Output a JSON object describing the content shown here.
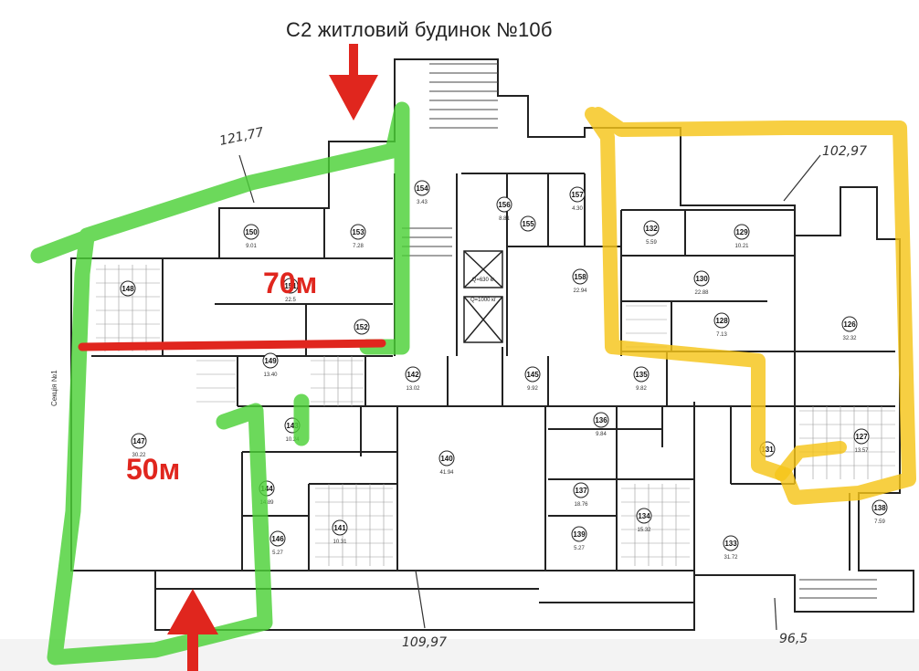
{
  "header": {
    "title": "С2 житловий  будинок №10б"
  },
  "measurements": {
    "dim_70": "70м",
    "dim_50": "50м",
    "hand_121_77": "121,77",
    "hand_102_97": "102,97",
    "hand_109_97": "109,97",
    "hand_96_5": "96,5"
  },
  "side_label": "Секція №1",
  "rooms": [
    {
      "num": "150",
      "area": "9.01"
    },
    {
      "num": "153",
      "area": "7.28"
    },
    {
      "num": "154",
      "area": "3.43"
    },
    {
      "num": "156",
      "area": "8.81"
    },
    {
      "num": "157",
      "area": "4.30"
    },
    {
      "num": "155",
      "area": ""
    },
    {
      "num": "158",
      "area": "22.94"
    },
    {
      "num": "132",
      "area": "5.59"
    },
    {
      "num": "129",
      "area": "10.21"
    },
    {
      "num": "130",
      "area": "22.88"
    },
    {
      "num": "128",
      "area": "7.13"
    },
    {
      "num": "126",
      "area": "32.32"
    },
    {
      "num": "148",
      "area": ""
    },
    {
      "num": "151",
      "area": "22.5"
    },
    {
      "num": "152",
      "area": ""
    },
    {
      "num": "149",
      "area": "13.40"
    },
    {
      "num": "142",
      "area": "13.02"
    },
    {
      "num": "145",
      "area": "9.92"
    },
    {
      "num": "135",
      "area": "9.82"
    },
    {
      "num": "136",
      "area": "9.84"
    },
    {
      "num": "131",
      "area": ""
    },
    {
      "num": "127",
      "area": "13.57"
    },
    {
      "num": "147",
      "area": "30.22"
    },
    {
      "num": "143",
      "area": "10.24"
    },
    {
      "num": "144",
      "area": "14.89"
    },
    {
      "num": "146",
      "area": "5.27"
    },
    {
      "num": "141",
      "area": "10.31"
    },
    {
      "num": "140",
      "area": "41.94"
    },
    {
      "num": "137",
      "area": "18.76"
    },
    {
      "num": "139",
      "area": "5.27"
    },
    {
      "num": "134",
      "area": "15.32"
    },
    {
      "num": "133",
      "area": "31.72"
    },
    {
      "num": "138",
      "area": "7.59"
    }
  ],
  "lift_labels": {
    "lift_1": "Q=630 кг",
    "lift_2": "Q=1000 кг"
  },
  "colors": {
    "green": "#4cd137",
    "yellow": "#f5c518",
    "red": "#e0261e"
  }
}
